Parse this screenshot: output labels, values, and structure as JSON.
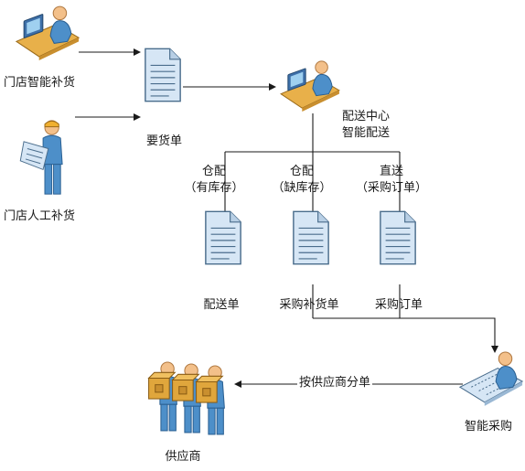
{
  "nodes": {
    "store_smart": {
      "label": "门店智能补货",
      "icon": "worker-at-computer-icon"
    },
    "store_manual": {
      "label": "门店人工补货",
      "icon": "worker-with-blueprint-icon"
    },
    "request_doc": {
      "label": "要货单",
      "icon": "document-icon"
    },
    "dist_center": {
      "label_line1": "配送中心",
      "label_line2": "智能配送",
      "icon": "worker-at-computer-icon"
    },
    "branch_wh": {
      "label_line1": "仓配",
      "label_line2": "（有库存）"
    },
    "branch_wh_short": {
      "label_line1": "仓配",
      "label_line2": "（缺库存）"
    },
    "branch_direct": {
      "label_line1": "直送",
      "label_line2": "（采购订单）"
    },
    "doc_delivery": {
      "label": "配送单",
      "icon": "document-icon"
    },
    "doc_replenish": {
      "label": "采购补货单",
      "icon": "document-icon"
    },
    "doc_po": {
      "label": "采购订单",
      "icon": "document-icon"
    },
    "smart_purchase": {
      "label": "智能采购",
      "icon": "worker-at-blueprint-desk-icon"
    },
    "split_label": {
      "label": "按供应商分单"
    },
    "suppliers": {
      "label": "供应商",
      "icon": "suppliers-with-boxes-icon"
    }
  },
  "colors": {
    "line": "#1a1a1a",
    "doc_fill": "#d6e6f5",
    "doc_stroke": "#4a6d8c",
    "person_skin": "#f3c08a",
    "person_body": "#4d8fc9",
    "desk": "#e8b04a",
    "box": "#e0a63c"
  }
}
